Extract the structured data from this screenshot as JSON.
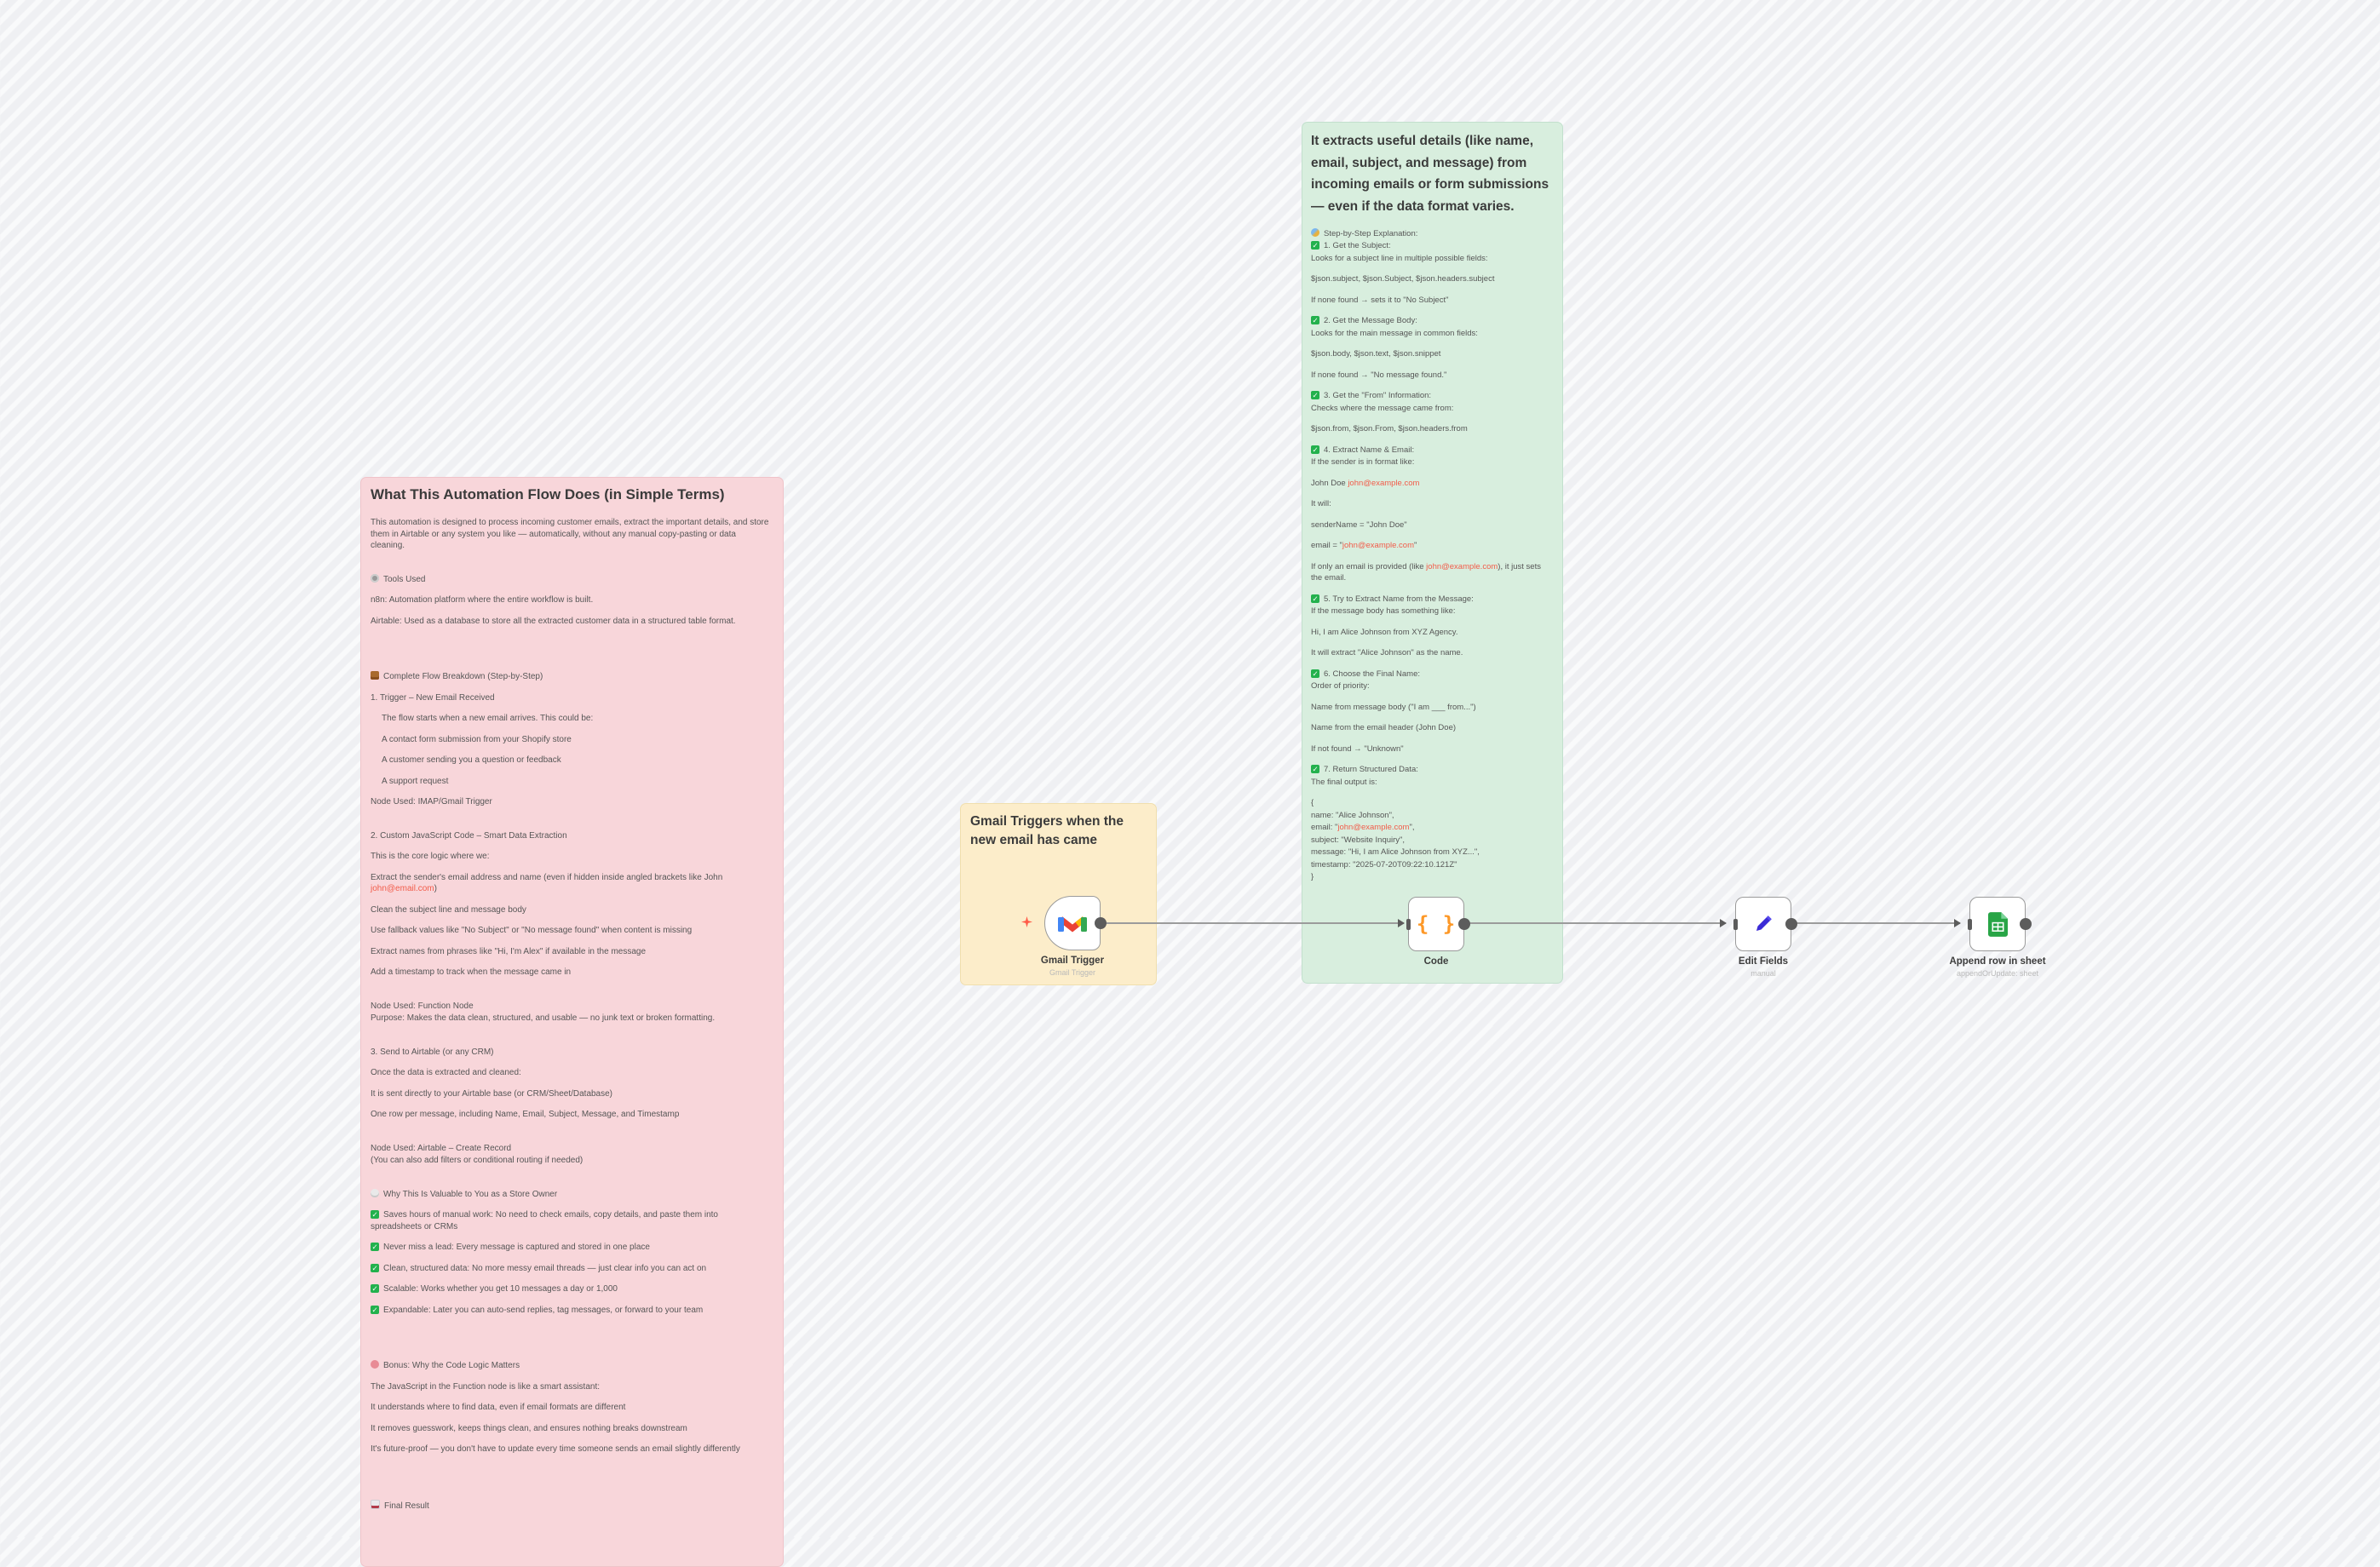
{
  "colors": {
    "canvas_bg": "#eff0f3",
    "sticky_pink": "#f8d6da",
    "sticky_yellow": "#fcedca",
    "sticky_green": "#d8eede",
    "accent_red": "#f25c4a",
    "check_green": "#23b14d",
    "connector_gray": "#9b9b9b",
    "gmail_blue": "#4285f4",
    "gmail_red": "#ea4335",
    "gmail_green": "#34a853",
    "gmail_yellow": "#fbbc04",
    "code_orange": "#fd9827",
    "pencil_blue": "#3b2bd6",
    "sheets_green": "#28a546"
  },
  "notes": {
    "pink": {
      "title": "What This Automation Flow Does (in Simple Terms)",
      "blocks": [
        {
          "k": "p",
          "t": "This automation is designed to process incoming customer emails, extract the important details, and store them in Airtable or any system you like — automatically, without any manual copy-pasting or data cleaning."
        },
        {
          "k": "p",
          "icon": "gear-icon",
          "t": "Tools Used",
          "gap": 1
        },
        {
          "k": "p",
          "t": "n8n: Automation platform where the entire workflow is built."
        },
        {
          "k": "p",
          "t": "Airtable: Used as a database to store all the extracted customer data in a structured table format."
        },
        {
          "k": "p",
          "icon": "books-icon",
          "t": "Complete Flow Breakdown (Step-by-Step)",
          "gap": 2
        },
        {
          "k": "p",
          "t": "1. Trigger – New Email Received"
        },
        {
          "k": "p",
          "in": 1,
          "t": "The flow starts when a new email arrives. This could be:"
        },
        {
          "k": "p",
          "in": 1,
          "t": "A contact form submission from your Shopify store"
        },
        {
          "k": "p",
          "in": 1,
          "t": "A customer sending you a question or feedback"
        },
        {
          "k": "p",
          "in": 1,
          "t": "A support request"
        },
        {
          "k": "p",
          "t": "Node Used: IMAP/Gmail Trigger"
        },
        {
          "k": "p",
          "t": "2. Custom JavaScript Code – Smart Data Extraction",
          "gap": 1
        },
        {
          "k": "p",
          "t": "This is the core logic where we:"
        },
        {
          "k": "p",
          "parts": [
            {
              "t": "Extract the sender's email address and name (even if hidden inside angled brackets like John "
            },
            {
              "t": "john@email.com",
              "red": true
            },
            {
              "t": ")"
            }
          ]
        },
        {
          "k": "p",
          "t": "Clean the subject line and message body"
        },
        {
          "k": "p",
          "t": "Use fallback values like \"No Subject\" or \"No message found\" when content is missing"
        },
        {
          "k": "p",
          "t": "Extract names from phrases like \"Hi, I'm Alex\" if available in the message"
        },
        {
          "k": "p",
          "t": "Add a timestamp to track when the message came in"
        },
        {
          "k": "tight",
          "t": "Node Used: Function Node",
          "gap": 1
        },
        {
          "k": "p",
          "t": "Purpose: Makes the data clean, structured, and usable — no junk text or broken formatting."
        },
        {
          "k": "p",
          "t": "3. Send to Airtable (or any CRM)",
          "gap": 1
        },
        {
          "k": "p",
          "t": "Once the data is extracted and cleaned:"
        },
        {
          "k": "p",
          "t": "It is sent directly to your Airtable base (or CRM/Sheet/Database)"
        },
        {
          "k": "p",
          "t": "One row per message, including Name, Email, Subject, Message, and Timestamp"
        },
        {
          "k": "tight",
          "t": "Node Used: Airtable – Create Record",
          "gap": 1
        },
        {
          "k": "p",
          "t": "(You can also add filters or conditional routing if needed)"
        },
        {
          "k": "p",
          "icon": "bulb-icon",
          "t": "Why This Is Valuable to You as a Store Owner",
          "gap": 1
        },
        {
          "k": "p",
          "check": 1,
          "t": "Saves hours of manual work: No need to check emails, copy details, and paste them into spreadsheets or CRMs"
        },
        {
          "k": "p",
          "check": 1,
          "t": "Never miss a lead: Every message is captured and stored in one place"
        },
        {
          "k": "p",
          "check": 1,
          "t": "Clean, structured data: No more messy email threads — just clear info you can act on"
        },
        {
          "k": "p",
          "check": 1,
          "t": "Scalable: Works whether you get 10 messages a day or 1,000"
        },
        {
          "k": "p",
          "check": 1,
          "t": "Expandable: Later you can auto-send replies, tag messages, or forward to your team"
        },
        {
          "k": "p",
          "icon": "brain-icon",
          "t": "Bonus: Why the Code Logic Matters",
          "gap": 2
        },
        {
          "k": "p",
          "t": "The JavaScript in the Function node is like a smart assistant:"
        },
        {
          "k": "p",
          "t": "It understands where to find data, even if email formats are different"
        },
        {
          "k": "p",
          "t": "It removes guesswork, keeps things clean, and ensures nothing breaks downstream"
        },
        {
          "k": "p",
          "t": "It's future-proof — you don't have to update every time someone sends an email slightly differently"
        },
        {
          "k": "p",
          "icon": "chart-icon",
          "t": "Final Result",
          "gap": 2
        }
      ]
    },
    "yellow": {
      "title": "Gmail Triggers when the new email has came"
    },
    "green": {
      "title": "It extracts useful details (like name, email, subject, and message) from incoming emails or form submissions — even if the data format varies.",
      "blocks": [
        {
          "k": "tight",
          "icon": "wand-icon",
          "t": "Step-by-Step Explanation:"
        },
        {
          "k": "tight",
          "check": 1,
          "t": "1. Get the Subject:"
        },
        {
          "k": "p",
          "t": "Looks for a subject line in multiple possible fields:"
        },
        {
          "k": "p",
          "t": "$json.subject, $json.Subject, $json.headers.subject"
        },
        {
          "k": "p",
          "t": "If none found → sets it to \"No Subject\""
        },
        {
          "k": "tight",
          "check": 1,
          "t": "2. Get the Message Body:"
        },
        {
          "k": "p",
          "t": "Looks for the main message in common fields:"
        },
        {
          "k": "p",
          "t": "$json.body, $json.text, $json.snippet"
        },
        {
          "k": "p",
          "t": "If none found → \"No message found.\""
        },
        {
          "k": "tight",
          "check": 1,
          "t": "3. Get the \"From\" Information:"
        },
        {
          "k": "p",
          "t": "Checks where the message came from:"
        },
        {
          "k": "p",
          "t": "$json.from, $json.From, $json.headers.from"
        },
        {
          "k": "tight",
          "check": 1,
          "t": "4. Extract Name & Email:"
        },
        {
          "k": "p",
          "t": "If the sender is in format like:"
        },
        {
          "k": "p",
          "parts": [
            {
              "t": "John Doe "
            },
            {
              "t": "john@example.com",
              "red": true
            }
          ]
        },
        {
          "k": "p",
          "t": "It will:"
        },
        {
          "k": "p",
          "t": "senderName = \"John Doe\""
        },
        {
          "k": "p",
          "parts": [
            {
              "t": "email = \""
            },
            {
              "t": "john@example.com",
              "red": true
            },
            {
              "t": "\""
            }
          ]
        },
        {
          "k": "p",
          "parts": [
            {
              "t": "If only an email is provided (like "
            },
            {
              "t": "john@example.com",
              "red": true
            },
            {
              "t": "), it just sets the email."
            }
          ]
        },
        {
          "k": "tight",
          "check": 1,
          "t": "5. Try to Extract Name from the Message:"
        },
        {
          "k": "p",
          "t": "If the message body has something like:"
        },
        {
          "k": "p",
          "t": "Hi, I am Alice Johnson from XYZ Agency."
        },
        {
          "k": "p",
          "t": "It will extract \"Alice Johnson\" as the name."
        },
        {
          "k": "tight",
          "check": 1,
          "t": "6. Choose the Final Name:"
        },
        {
          "k": "p",
          "t": "Order of priority:"
        },
        {
          "k": "p",
          "t": "Name from message body (\"I am ___ from...\")"
        },
        {
          "k": "p",
          "t": "Name from the email header (John Doe)"
        },
        {
          "k": "p",
          "t": "If not found → \"Unknown\""
        },
        {
          "k": "tight",
          "check": 1,
          "t": "7. Return Structured Data:"
        },
        {
          "k": "p",
          "t": "The final output is:"
        },
        {
          "k": "tight",
          "t": "{"
        },
        {
          "k": "tight",
          "t": "name: \"Alice Johnson\","
        },
        {
          "k": "tight",
          "parts": [
            {
              "t": "email: \""
            },
            {
              "t": "john@example.com",
              "red": true
            },
            {
              "t": "\","
            }
          ]
        },
        {
          "k": "tight",
          "t": "subject: \"Website Inquiry\","
        },
        {
          "k": "tight",
          "t": "message: \"Hi, I am Alice Johnson from XYZ...\","
        },
        {
          "k": "tight",
          "t": "timestamp: \"2025-07-20T09:22:10.121Z\""
        },
        {
          "k": "tight",
          "t": "}"
        }
      ]
    }
  },
  "nodes": {
    "gmail": {
      "label": "Gmail Trigger",
      "sublabel": "Gmail Trigger"
    },
    "code": {
      "label": "Code",
      "sublabel": ""
    },
    "edit": {
      "label": "Edit Fields",
      "sublabel": "manual"
    },
    "sheet": {
      "label": "Append row in sheet",
      "sublabel": "appendOrUpdate: sheet"
    }
  }
}
